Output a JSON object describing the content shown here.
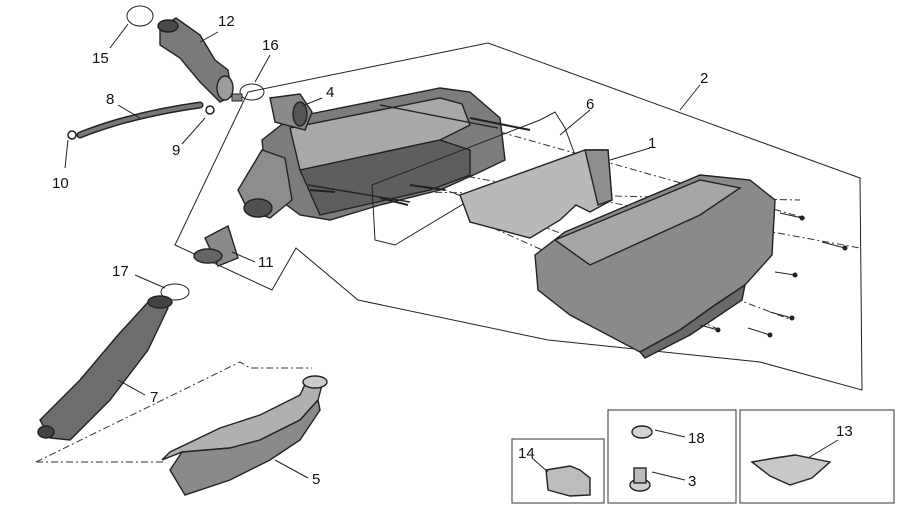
{
  "diagram": {
    "labels": {
      "p1": "1",
      "p2": "2",
      "p3": "3",
      "p4": "4",
      "p5": "5",
      "p6": "6",
      "p7": "7",
      "p8": "8",
      "p9": "9",
      "p10": "10",
      "p11": "11",
      "p12": "12",
      "p13": "13",
      "p14": "14",
      "p15": "15",
      "p16": "16",
      "p17": "17",
      "p18": "18"
    },
    "colors": {
      "part_fill": "#8a8a8a",
      "part_light": "#c4c4c4",
      "part_dark": "#5e5e5e",
      "line": "#222222"
    }
  }
}
